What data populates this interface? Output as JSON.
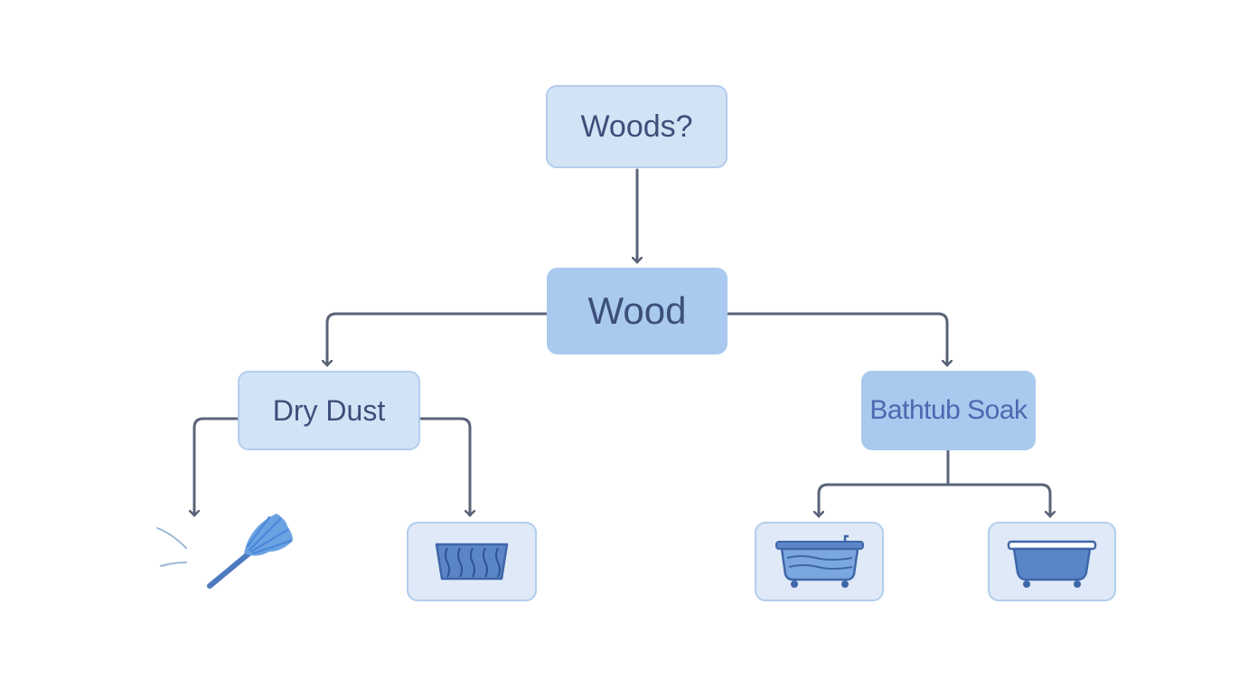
{
  "diagram": {
    "root": {
      "label": "Woods?"
    },
    "main": {
      "label": "Wood"
    },
    "branches": [
      {
        "label": "Dry Dust",
        "leaves": [
          {
            "icon": "feather-duster-icon"
          },
          {
            "icon": "cloth-icon"
          }
        ]
      },
      {
        "label": "Bathtub Soak",
        "leaves": [
          {
            "icon": "bathtub-water-icon"
          },
          {
            "icon": "bathtub-icon"
          }
        ]
      }
    ],
    "colors": {
      "connector": "#5a6478",
      "node_light": "#d3e3f6",
      "node_mid": "#a9c9ee",
      "text": "#3c4f7a",
      "icon": "#5a86c8"
    }
  }
}
